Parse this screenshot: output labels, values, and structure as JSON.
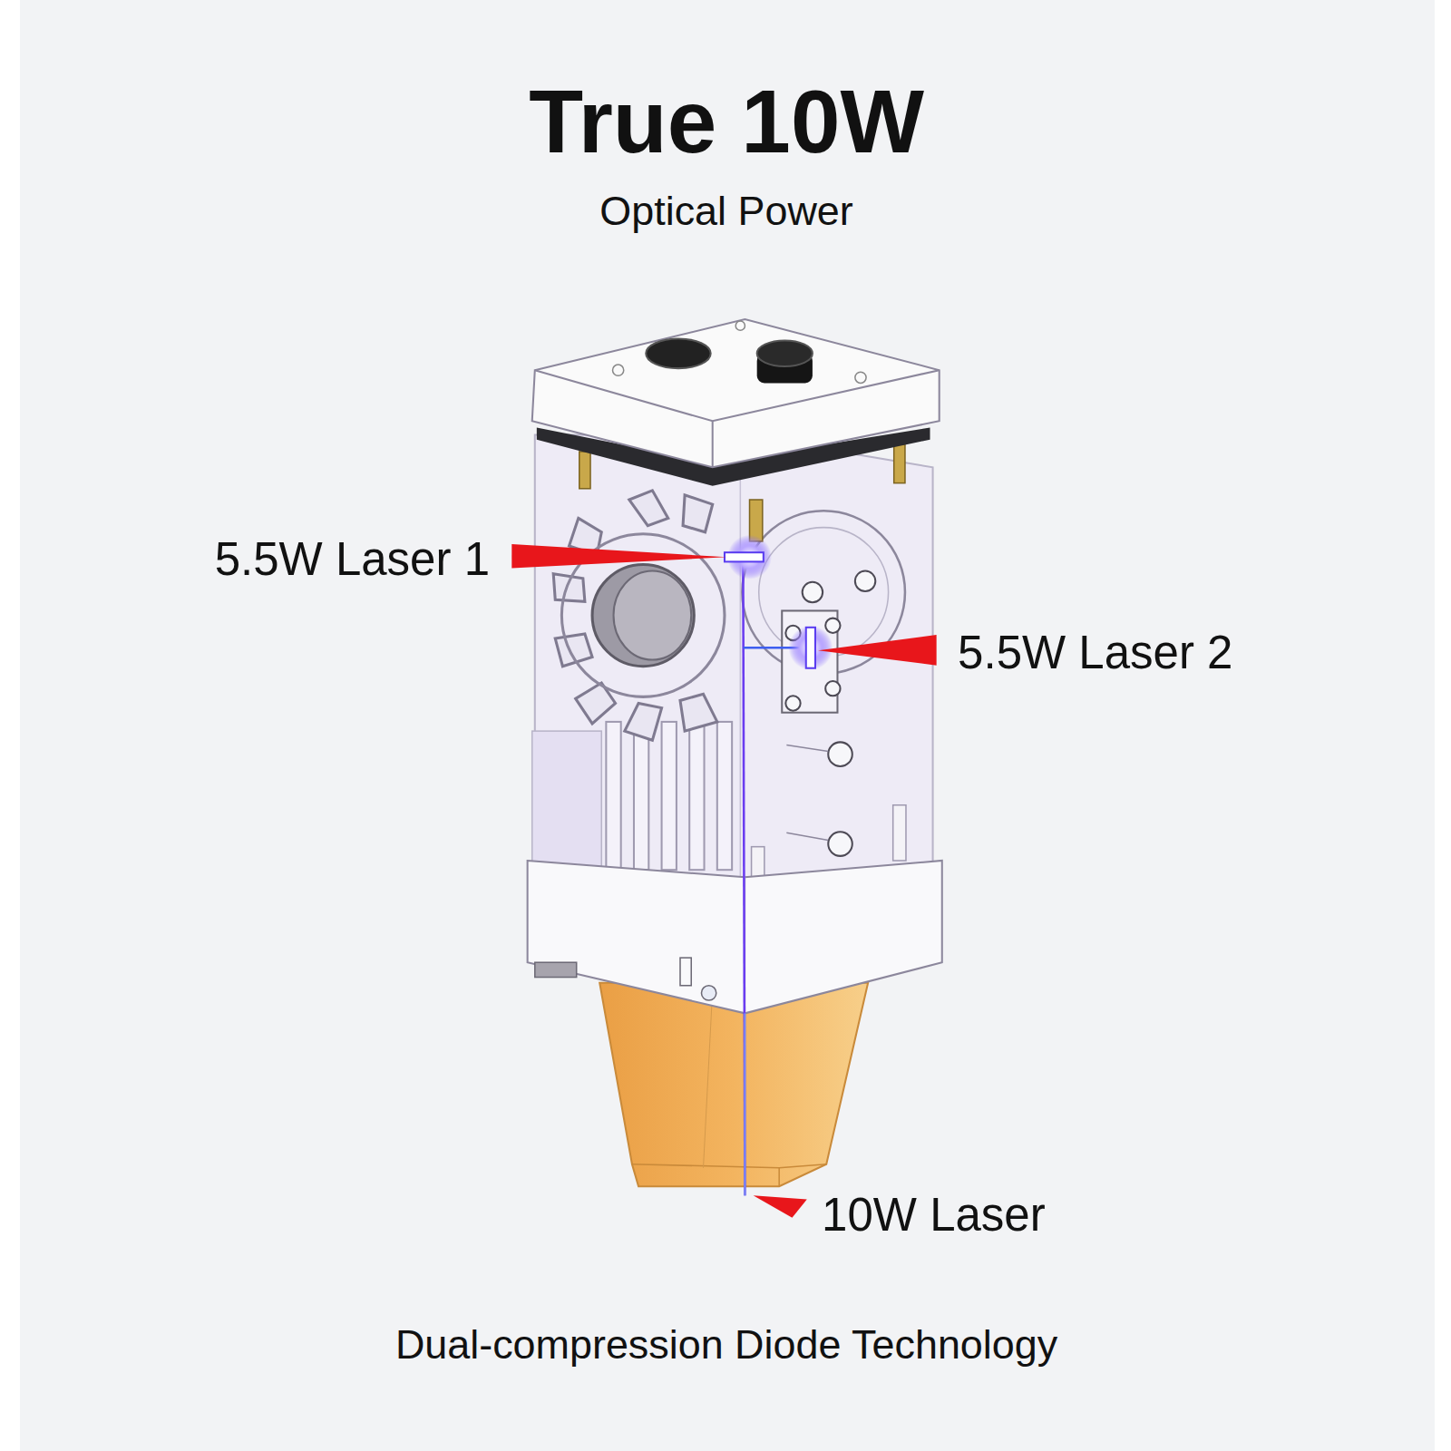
{
  "diagram": {
    "title": "True 10W",
    "caption": "Dual-compression Diode Technology",
    "labels": [
      "Optical Power",
      "5.5W Laser 1",
      "5.5W Laser 2",
      "10W Laser"
    ]
  }
}
